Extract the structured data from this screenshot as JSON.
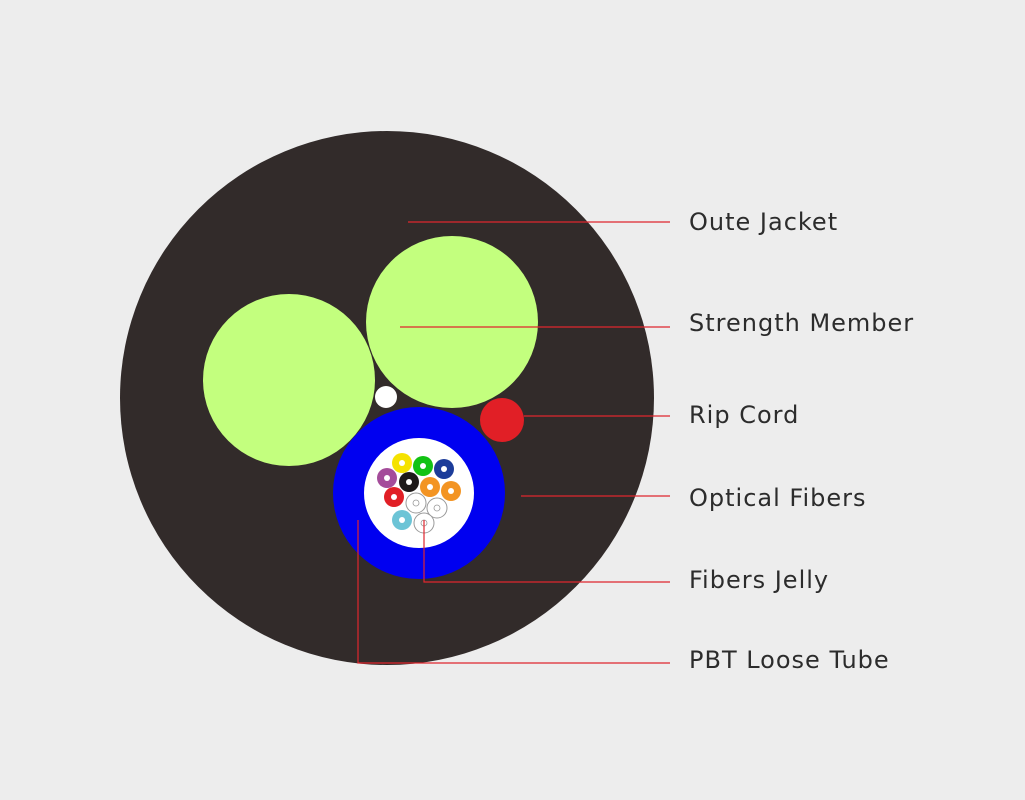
{
  "labels": {
    "outer_jacket": "Oute Jacket",
    "strength_member": "Strength Member",
    "rip_cord": "Rip Cord",
    "optical_fibers": "Optical Fibers",
    "fibers_jelly": "Fibers Jelly",
    "pbt_loose_tube": "PBT Loose Tube"
  },
  "colors": {
    "background": "#ededed",
    "jacket": "#322b2a",
    "strength_member": "#c3ff7e",
    "rip_cord": "#e11f26",
    "loose_tube": "#0000f0",
    "jelly": "#ffffff",
    "leader_line": "#e0262e",
    "fibers": [
      "yellow",
      "green",
      "navy",
      "purple",
      "black",
      "orange",
      "orange",
      "red",
      "white",
      "white",
      "aqua",
      "white"
    ]
  }
}
